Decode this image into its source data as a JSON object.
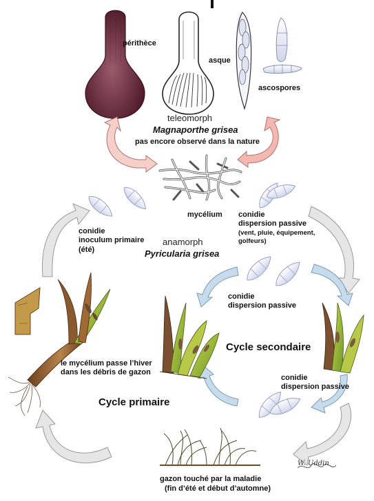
{
  "top_fragment": "|",
  "labels": {
    "perithece": "périthèce",
    "asque": "asque",
    "ascospores": "ascospores",
    "teleomorph": "teleomorph",
    "teleomorph_name": "Magnaporthe grisea",
    "not_observed": "pas encore observé dans la nature",
    "mycelium": "mycélium",
    "conidie_primary": "conidie",
    "inoculum_primary": "inoculum primaire",
    "ete": "(été)",
    "anamorph": "anamorph",
    "anamorph_name": "Pyricularia grisea",
    "conidie_dispersion_1": "conidie",
    "dispersion_passive_1": "dispersion passive",
    "dispersion_details_1": "(vent, pluie, équipement,",
    "dispersion_details_2": "golfeurs)",
    "conidie_center": "conidie",
    "dispersion_center": "dispersion passive",
    "cycle_secondaire": "Cycle secondaire",
    "mycelium_winter_1": "le mycélium passe l’hiver",
    "mycelium_winter_2": "dans les débris de gazon",
    "conidie_bottom": "conidie",
    "dispersion_bottom": "dispersion passive",
    "cycle_primaire": "Cycle primaire",
    "gazon_1": "gazon touché par la maladie",
    "gazon_2": "(fin d’été et début d’automne)",
    "signature": "W. Uddin"
  },
  "colors": {
    "perithecium": "#6a2a3a",
    "leaf_green": "#9bbf3a",
    "leaf_yellow": "#d9d44a",
    "lesion": "#8a6a4a",
    "stem": "#8a5a2e",
    "spore": "#e6e9f6",
    "spore_edge": "#a6aed0",
    "arrow_pink": "#f3c0b8",
    "arrow_grey": "#e0e0e0",
    "arrow_blue": "#b8d3e6"
  }
}
